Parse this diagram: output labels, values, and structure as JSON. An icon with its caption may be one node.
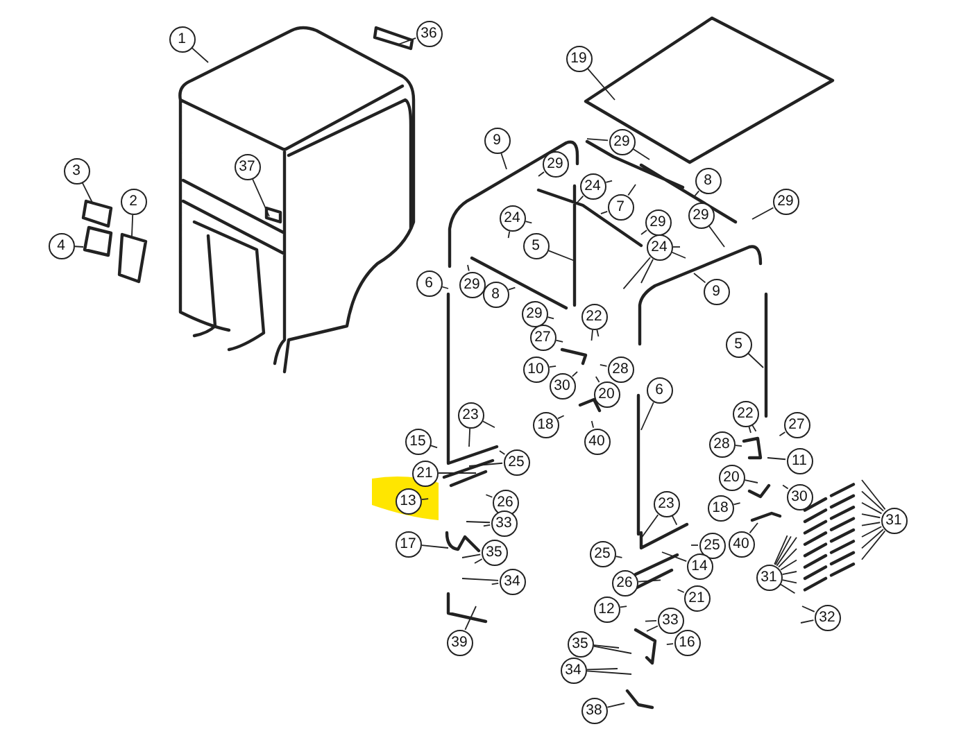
{
  "diagram": {
    "nodes": [
      {
        "text": [
          "1"
        ]
      },
      {
        "text": [
          "36"
        ]
      },
      {
        "text": [
          "37"
        ]
      },
      {
        "text": [
          "3"
        ]
      },
      {
        "text": [
          "2"
        ]
      },
      {
        "text": [
          "4"
        ]
      },
      {
        "text": [
          "19"
        ]
      },
      {
        "text": [
          "9"
        ]
      },
      {
        "text": [
          "29"
        ]
      },
      {
        "text": [
          "29"
        ]
      },
      {
        "text": [
          "24"
        ]
      },
      {
        "text": [
          "8"
        ]
      },
      {
        "text": [
          "7"
        ]
      },
      {
        "text": [
          "24"
        ]
      },
      {
        "text": [
          "29"
        ]
      },
      {
        "text": [
          "29"
        ]
      },
      {
        "text": [
          "29"
        ]
      },
      {
        "text": [
          "5"
        ]
      },
      {
        "text": [
          "24"
        ]
      },
      {
        "text": [
          "6"
        ]
      },
      {
        "text": [
          "29"
        ]
      },
      {
        "text": [
          "8"
        ]
      },
      {
        "text": [
          "9"
        ]
      },
      {
        "text": [
          "29"
        ]
      },
      {
        "text": [
          "22"
        ]
      },
      {
        "text": [
          "27"
        ]
      },
      {
        "text": [
          "10"
        ]
      },
      {
        "text": [
          "28"
        ]
      },
      {
        "text": [
          "30"
        ]
      },
      {
        "text": [
          "20"
        ]
      },
      {
        "text": [
          "5"
        ]
      },
      {
        "text": [
          "18"
        ]
      },
      {
        "text": [
          "40"
        ]
      },
      {
        "text": [
          "6"
        ]
      },
      {
        "text": [
          "15"
        ]
      },
      {
        "text": [
          "23"
        ]
      },
      {
        "text": [
          "25"
        ]
      },
      {
        "text": [
          "21"
        ]
      },
      {
        "text": [
          "13"
        ]
      },
      {
        "text": [
          "26"
        ]
      },
      {
        "text": [
          "33"
        ]
      },
      {
        "text": [
          "17"
        ]
      },
      {
        "text": [
          "35"
        ]
      },
      {
        "text": [
          "34"
        ]
      },
      {
        "text": [
          "39"
        ]
      },
      {
        "text": [
          "22"
        ]
      },
      {
        "text": [
          "27"
        ]
      },
      {
        "text": [
          "28"
        ]
      },
      {
        "text": [
          "11"
        ]
      },
      {
        "text": [
          "20"
        ]
      },
      {
        "text": [
          "30"
        ]
      },
      {
        "text": [
          "18"
        ]
      },
      {
        "text": [
          "40"
        ]
      },
      {
        "text": [
          "31"
        ]
      },
      {
        "text": [
          "31"
        ]
      },
      {
        "text": [
          "32"
        ]
      },
      {
        "text": [
          "23"
        ]
      },
      {
        "text": [
          "25"
        ]
      },
      {
        "text": [
          "25"
        ]
      },
      {
        "text": [
          "14"
        ]
      },
      {
        "text": [
          "26"
        ]
      },
      {
        "text": [
          "21"
        ]
      },
      {
        "text": [
          "12"
        ]
      },
      {
        "text": [
          "33"
        ]
      },
      {
        "text": [
          "16"
        ]
      },
      {
        "text": [
          "35"
        ]
      },
      {
        "text": [
          "34"
        ]
      },
      {
        "text": [
          "38"
        ]
      }
    ],
    "edges": [
      {
        "from": 0,
        "to": null,
        "arrow": "none"
      },
      {
        "from": 1,
        "to": null,
        "arrow": "none"
      },
      {
        "from": 2,
        "to": null,
        "arrow": "none"
      },
      {
        "from": 3,
        "to": null,
        "arrow": "none"
      },
      {
        "from": 4,
        "to": null,
        "arrow": "none"
      },
      {
        "from": 5,
        "to": null,
        "arrow": "none"
      },
      {
        "from": 6,
        "to": null,
        "arrow": "none"
      },
      {
        "from": 7,
        "to": null,
        "arrow": "none"
      },
      {
        "from": 8,
        "to": null,
        "arrow": "none"
      },
      {
        "from": 8,
        "to": null,
        "arrow": "none"
      },
      {
        "from": 9,
        "to": null,
        "arrow": "none"
      },
      {
        "from": 10,
        "to": null,
        "arrow": "none"
      },
      {
        "from": 10,
        "to": null,
        "arrow": "none"
      },
      {
        "from": 11,
        "to": null,
        "arrow": "none"
      },
      {
        "from": 12,
        "to": null,
        "arrow": "none"
      },
      {
        "from": 12,
        "to": null,
        "arrow": "none"
      },
      {
        "from": 13,
        "to": null,
        "arrow": "none"
      },
      {
        "from": 13,
        "to": null,
        "arrow": "none"
      },
      {
        "from": 14,
        "to": null,
        "arrow": "none"
      },
      {
        "from": 15,
        "to": null,
        "arrow": "none"
      },
      {
        "from": 16,
        "to": null,
        "arrow": "none"
      },
      {
        "from": 17,
        "to": null,
        "arrow": "none"
      },
      {
        "from": 18,
        "to": null,
        "arrow": "none"
      },
      {
        "from": 18,
        "to": null,
        "arrow": "none"
      },
      {
        "from": 18,
        "to": null,
        "arrow": "none"
      },
      {
        "from": 18,
        "to": null,
        "arrow": "none"
      },
      {
        "from": 19,
        "to": null,
        "arrow": "none"
      },
      {
        "from": 20,
        "to": null,
        "arrow": "none"
      },
      {
        "from": 21,
        "to": null,
        "arrow": "none"
      },
      {
        "from": 22,
        "to": null,
        "arrow": "none"
      },
      {
        "from": 23,
        "to": null,
        "arrow": "none"
      },
      {
        "from": 24,
        "to": null,
        "arrow": "none"
      },
      {
        "from": 24,
        "to": null,
        "arrow": "none"
      },
      {
        "from": 25,
        "to": null,
        "arrow": "none"
      },
      {
        "from": 26,
        "to": null,
        "arrow": "none"
      },
      {
        "from": 27,
        "to": null,
        "arrow": "none"
      },
      {
        "from": 28,
        "to": null,
        "arrow": "none"
      },
      {
        "from": 29,
        "to": null,
        "arrow": "none"
      },
      {
        "from": 30,
        "to": null,
        "arrow": "none"
      },
      {
        "from": 31,
        "to": null,
        "arrow": "none"
      },
      {
        "from": 32,
        "to": null,
        "arrow": "none"
      },
      {
        "from": 33,
        "to": null,
        "arrow": "none"
      },
      {
        "from": 34,
        "to": null,
        "arrow": "none"
      },
      {
        "from": 35,
        "to": null,
        "arrow": "none"
      },
      {
        "from": 35,
        "to": null,
        "arrow": "none"
      },
      {
        "from": 36,
        "to": null,
        "arrow": "none"
      },
      {
        "from": 36,
        "to": null,
        "arrow": "none"
      },
      {
        "from": 37,
        "to": null,
        "arrow": "none"
      },
      {
        "from": 38,
        "to": null,
        "arrow": "none"
      },
      {
        "from": 39,
        "to": null,
        "arrow": "none"
      },
      {
        "from": 40,
        "to": null,
        "arrow": "none"
      },
      {
        "from": 40,
        "to": null,
        "arrow": "none"
      },
      {
        "from": 41,
        "to": null,
        "arrow": "none"
      },
      {
        "from": 42,
        "to": null,
        "arrow": "none"
      },
      {
        "from": 42,
        "to": null,
        "arrow": "none"
      },
      {
        "from": 43,
        "to": null,
        "arrow": "none"
      },
      {
        "from": 43,
        "to": null,
        "arrow": "none"
      },
      {
        "from": 44,
        "to": null,
        "arrow": "none"
      },
      {
        "from": 45,
        "to": null,
        "arrow": "none"
      },
      {
        "from": 45,
        "to": null,
        "arrow": "none"
      },
      {
        "from": 46,
        "to": null,
        "arrow": "none"
      },
      {
        "from": 47,
        "to": null,
        "arrow": "none"
      },
      {
        "from": 48,
        "to": null,
        "arrow": "none"
      },
      {
        "from": 49,
        "to": null,
        "arrow": "none"
      },
      {
        "from": 50,
        "to": null,
        "arrow": "none"
      },
      {
        "from": 51,
        "to": null,
        "arrow": "none"
      },
      {
        "from": 52,
        "to": null,
        "arrow": "none"
      },
      {
        "from": 53,
        "to": null,
        "arrow": "none"
      },
      {
        "from": 53,
        "to": null,
        "arrow": "none"
      },
      {
        "from": 53,
        "to": null,
        "arrow": "none"
      },
      {
        "from": 53,
        "to": null,
        "arrow": "none"
      },
      {
        "from": 53,
        "to": null,
        "arrow": "none"
      },
      {
        "from": 53,
        "to": null,
        "arrow": "none"
      },
      {
        "from": 53,
        "to": null,
        "arrow": "none"
      },
      {
        "from": 53,
        "to": null,
        "arrow": "none"
      },
      {
        "from": 54,
        "to": null,
        "arrow": "none"
      },
      {
        "from": 54,
        "to": null,
        "arrow": "none"
      },
      {
        "from": 54,
        "to": null,
        "arrow": "none"
      },
      {
        "from": 54,
        "to": null,
        "arrow": "none"
      },
      {
        "from": 54,
        "to": null,
        "arrow": "none"
      },
      {
        "from": 54,
        "to": null,
        "arrow": "none"
      },
      {
        "from": 54,
        "to": null,
        "arrow": "none"
      },
      {
        "from": 54,
        "to": null,
        "arrow": "none"
      },
      {
        "from": 55,
        "to": null,
        "arrow": "none"
      },
      {
        "from": 55,
        "to": null,
        "arrow": "none"
      },
      {
        "from": 56,
        "to": null,
        "arrow": "none"
      },
      {
        "from": 56,
        "to": null,
        "arrow": "none"
      },
      {
        "from": 57,
        "to": null,
        "arrow": "none"
      },
      {
        "from": 58,
        "to": null,
        "arrow": "none"
      },
      {
        "from": 59,
        "to": null,
        "arrow": "none"
      },
      {
        "from": 60,
        "to": null,
        "arrow": "none"
      },
      {
        "from": 61,
        "to": null,
        "arrow": "none"
      },
      {
        "from": 62,
        "to": null,
        "arrow": "none"
      },
      {
        "from": 63,
        "to": null,
        "arrow": "none"
      },
      {
        "from": 63,
        "to": null,
        "arrow": "none"
      },
      {
        "from": 64,
        "to": null,
        "arrow": "none"
      },
      {
        "from": 65,
        "to": null,
        "arrow": "none"
      },
      {
        "from": 65,
        "to": null,
        "arrow": "none"
      },
      {
        "from": 66,
        "to": null,
        "arrow": "none"
      },
      {
        "from": 66,
        "to": null,
        "arrow": "none"
      },
      {
        "from": 67,
        "to": null,
        "arrow": "none"
      }
    ]
  }
}
